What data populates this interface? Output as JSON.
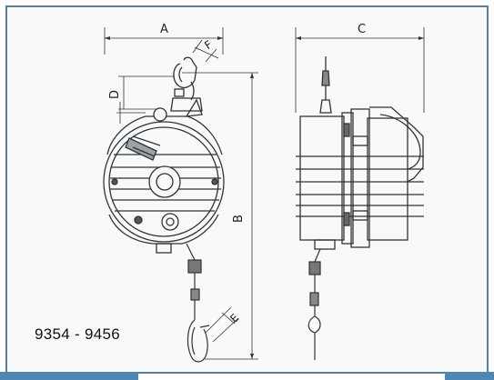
{
  "dimensions": {
    "a": "A",
    "b": "B",
    "c": "C",
    "d": "D",
    "e": "E",
    "f": "F"
  },
  "model_range": "9354 - 9456"
}
